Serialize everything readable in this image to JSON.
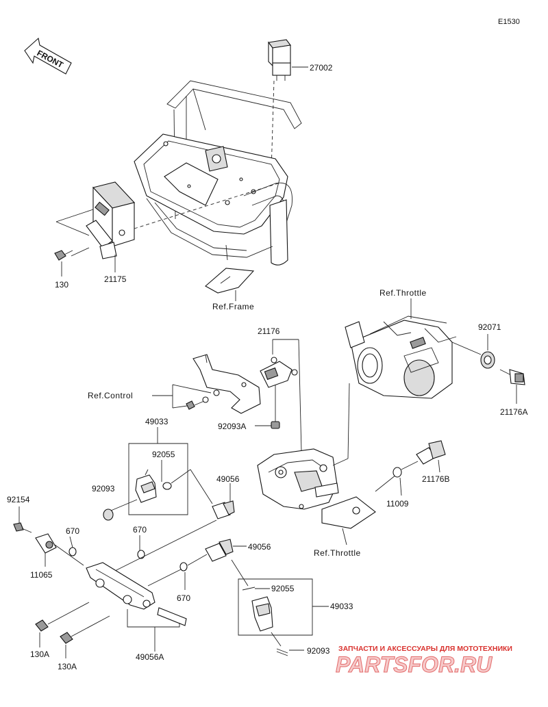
{
  "diagram_code": "E1530",
  "front_label": "FRONT",
  "parts": {
    "p27002": "27002",
    "p130_top": "130",
    "p21175": "21175",
    "ref_frame": "Ref.Frame",
    "ref_throttle_top": "Ref.Throttle",
    "p92071": "92071",
    "p21176A": "21176A",
    "p21176": "21176",
    "ref_control": "Ref.Control",
    "p92093A": "92093A",
    "p49033_top": "49033",
    "p92055_top": "92055",
    "p92093_left": "92093",
    "p49056_top": "49056",
    "p92154": "92154",
    "p670_a": "670",
    "p670_b": "670",
    "p11065": "11065",
    "p670_c": "670",
    "p49056_mid": "49056",
    "p21176B": "21176B",
    "p11009": "11009",
    "ref_throttle_bottom": "Ref.Throttle",
    "p92055_bottom": "92055",
    "p49033_bottom": "49033",
    "p92093_bottom": "92093",
    "p130A_left": "130A",
    "p130A_right": "130A",
    "p49056A": "49056A"
  },
  "watermark": {
    "tagline": "ЗАПЧАСТИ И АКСЕССУАРЫ ДЛЯ МОТОТЕХНИКИ",
    "logo": "PARTSFOR.RU"
  }
}
